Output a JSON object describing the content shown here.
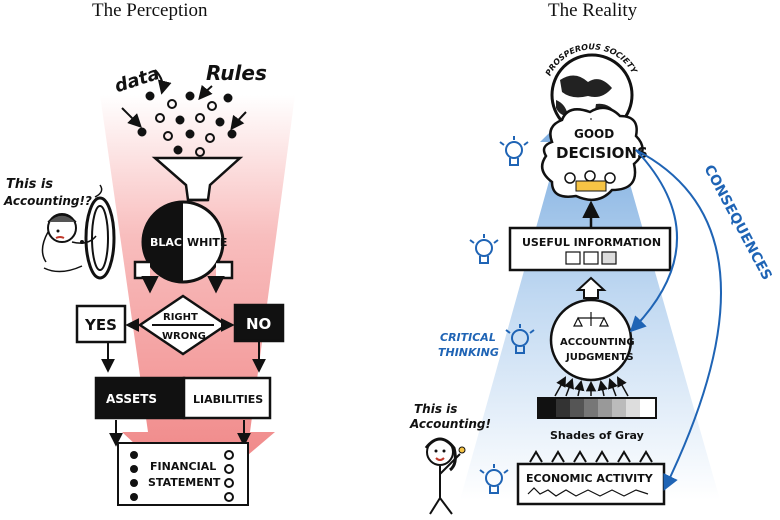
{
  "panels": {
    "left_title": "The Perception",
    "right_title": "The Reality"
  },
  "perception": {
    "inputs_data": "data",
    "inputs_rules": "Rules",
    "wheel_black": "BLACK",
    "wheel_white": "WHITE",
    "diamond_right": "RIGHT",
    "diamond_wrong": "WRONG",
    "yes": "YES",
    "no": "NO",
    "assets": "ASSETS",
    "liabilities": "LIABILITIES",
    "statement_line1": "FINANCIAL",
    "statement_line2": "STATEMENT",
    "observer_line1": "This is",
    "observer_line2": "Accounting!?"
  },
  "reality": {
    "globe_label": "PROSPEROUS SOCIETY",
    "decisions_line1": "GOOD",
    "decisions_line2": "DECISIONS",
    "useful_info": "USEFUL INFORMATION",
    "judgments_line1": "ACCOUNTING",
    "judgments_line2": "JUDGMENTS",
    "critical_line1": "CRITICAL",
    "critical_line2": "THINKING",
    "shades": "Shades of Gray",
    "economic": "ECONOMIC ACTIVITY",
    "consequences": "CONSEQUENCES",
    "person_line1": "This is",
    "person_line2": "Accounting!"
  },
  "colors": {
    "red_glow": "#f28b8b",
    "blue_glow": "#7fb0e3",
    "blue_ink": "#1f64b5",
    "ink": "#111111"
  }
}
